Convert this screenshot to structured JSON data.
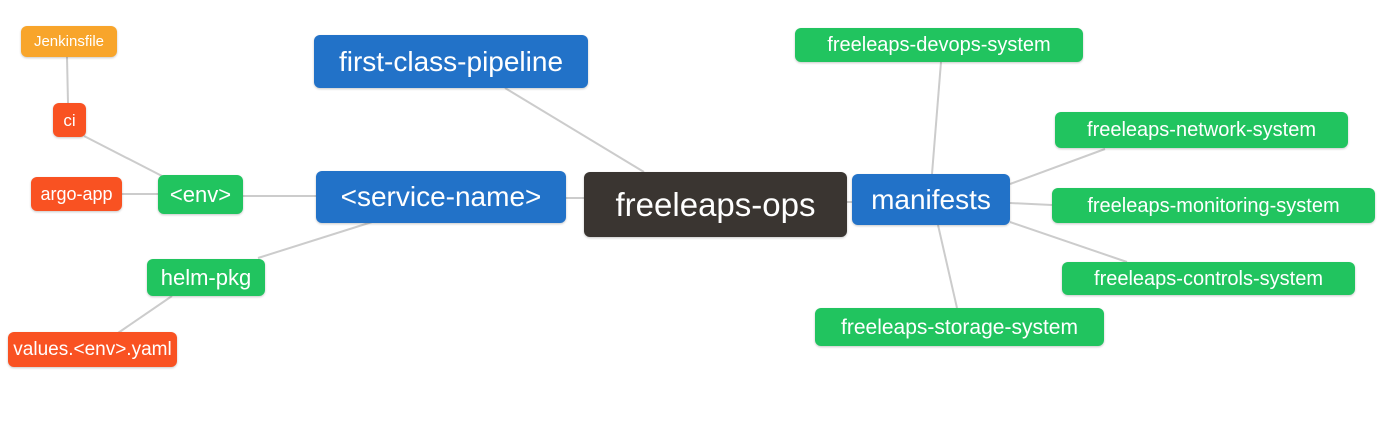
{
  "diagram": {
    "type": "mindmap",
    "root": "freeleaps-ops",
    "colors": {
      "blue": "#2272c8",
      "green": "#21c45f",
      "orange": "#f8a52b",
      "red_orange": "#f95222",
      "dark": "#3a3531",
      "edge": "#cccccc",
      "text": "#ffffff",
      "background": "#ffffff"
    }
  },
  "nodes": {
    "jenkinsfile": {
      "label": "Jenkinsfile",
      "color": "#f8a52b"
    },
    "ci": {
      "label": "ci",
      "color": "#f95222"
    },
    "argo_app": {
      "label": "argo-app",
      "color": "#f95222"
    },
    "env": {
      "label": "<env>",
      "color": "#21c45f"
    },
    "helm_pkg": {
      "label": "helm-pkg",
      "color": "#21c45f"
    },
    "values_env_yaml": {
      "label": "values.<env>.yaml",
      "color": "#f95222"
    },
    "first_class_pipeline": {
      "label": "first-class-pipeline",
      "color": "#2272c8"
    },
    "service_name": {
      "label": "<service-name>",
      "color": "#2272c8"
    },
    "freeleaps_ops": {
      "label": "freeleaps-ops",
      "color": "#3a3531"
    },
    "manifests": {
      "label": "manifests",
      "color": "#2272c8"
    },
    "devops_system": {
      "label": "freeleaps-devops-system",
      "color": "#21c45f"
    },
    "network_system": {
      "label": "freeleaps-network-system",
      "color": "#21c45f"
    },
    "monitoring_system": {
      "label": "freeleaps-monitoring-system",
      "color": "#21c45f"
    },
    "controls_system": {
      "label": "freeleaps-controls-system",
      "color": "#21c45f"
    },
    "storage_system": {
      "label": "freeleaps-storage-system",
      "color": "#21c45f"
    }
  },
  "edges": [
    {
      "from": "jenkinsfile",
      "to": "ci"
    },
    {
      "from": "ci",
      "to": "env"
    },
    {
      "from": "argo_app",
      "to": "env"
    },
    {
      "from": "env",
      "to": "service_name"
    },
    {
      "from": "helm_pkg",
      "to": "service_name"
    },
    {
      "from": "values_env_yaml",
      "to": "helm_pkg"
    },
    {
      "from": "first_class_pipeline",
      "to": "freeleaps_ops"
    },
    {
      "from": "service_name",
      "to": "freeleaps_ops"
    },
    {
      "from": "freeleaps_ops",
      "to": "manifests"
    },
    {
      "from": "devops_system",
      "to": "manifests"
    },
    {
      "from": "manifests",
      "to": "network_system"
    },
    {
      "from": "manifests",
      "to": "monitoring_system"
    },
    {
      "from": "manifests",
      "to": "controls_system"
    },
    {
      "from": "manifests",
      "to": "storage_system"
    }
  ]
}
